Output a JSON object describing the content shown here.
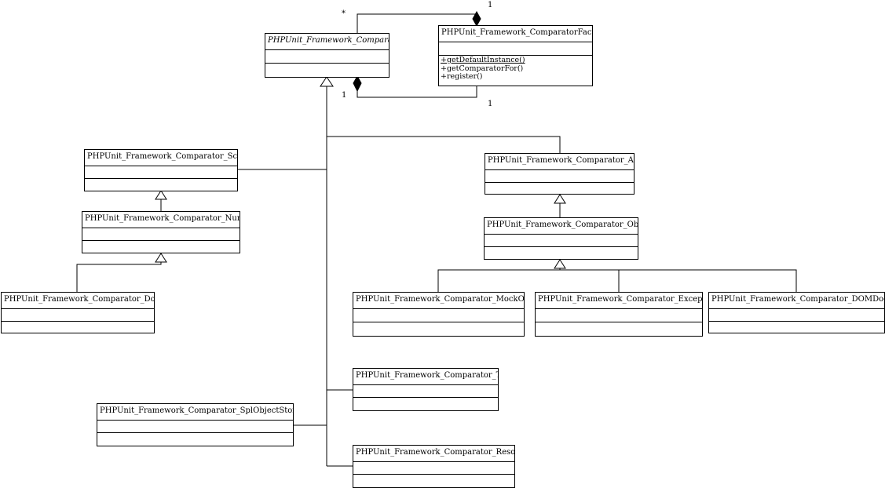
{
  "classes": {
    "comparator": {
      "name": "PHPUnit_Framework_Comparator",
      "abstract": true
    },
    "factory": {
      "name": "PHPUnit_Framework_ComparatorFactory",
      "operations": [
        {
          "label": "+getDefaultInstance()",
          "static": true
        },
        {
          "label": "+getComparatorFor()",
          "static": false
        },
        {
          "label": "+register()",
          "static": false
        }
      ]
    },
    "scalar": {
      "name": "PHPUnit_Framework_Comparator_Scalar"
    },
    "numeric": {
      "name": "PHPUnit_Framework_Comparator_Numeric"
    },
    "double": {
      "name": "PHPUnit_Framework_Comparator_Double"
    },
    "array": {
      "name": "PHPUnit_Framework_Comparator_Array"
    },
    "object": {
      "name": "PHPUnit_Framework_Comparator_Object"
    },
    "mockobject": {
      "name": "PHPUnit_Framework_Comparator_MockObject"
    },
    "exception": {
      "name": "PHPUnit_Framework_Comparator_Exception"
    },
    "domdocument": {
      "name": "PHPUnit_Framework_Comparator_DOMDocument"
    },
    "type": {
      "name": "PHPUnit_Framework_Comparator_Type"
    },
    "splobjectstorage": {
      "name": "PHPUnit_Framework_Comparator_SplObjectStorage"
    },
    "resource": {
      "name": "PHPUnit_Framework_Comparator_Resource"
    }
  },
  "associations": {
    "top": {
      "comparator_end": "*",
      "factory_end": "1"
    },
    "bottom": {
      "comparator_end": "1",
      "factory_end": "1"
    }
  }
}
